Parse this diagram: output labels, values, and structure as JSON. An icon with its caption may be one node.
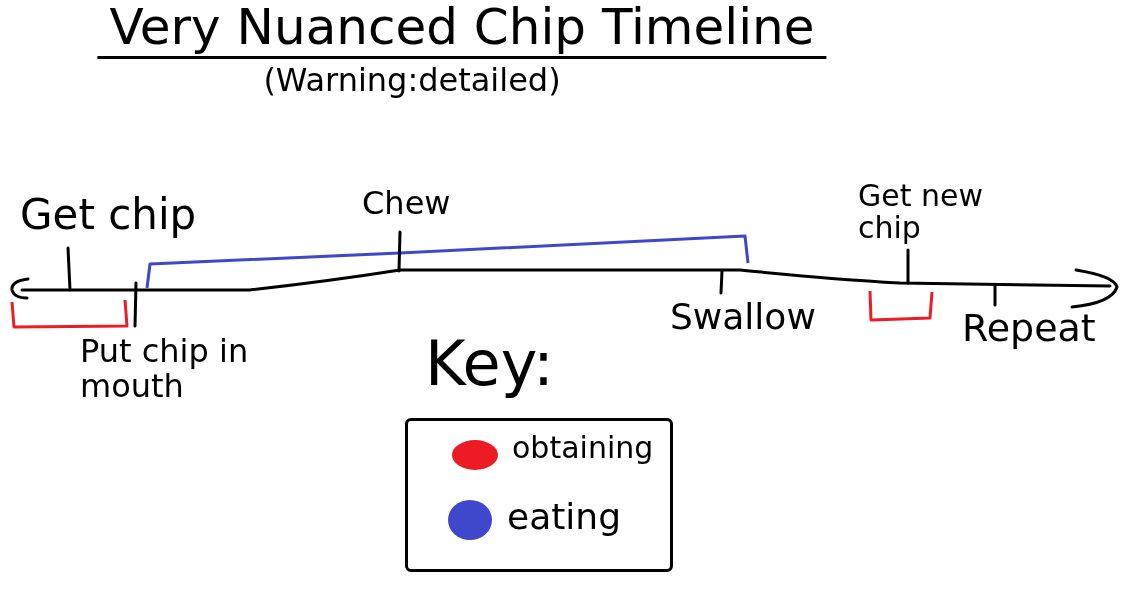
{
  "diagram": {
    "title": "Very Nuanced Chip Timeline",
    "labels": [
      "(Warning:detailed)",
      "Get chip",
      "Put chip in mouth",
      "Chew",
      "Swallow",
      "Get new chip",
      "Repeat",
      "Key:"
    ],
    "legend": [
      {
        "text": "obtaining",
        "color": "#ed1c24"
      },
      {
        "text": "eating",
        "color": "#3f48cc"
      }
    ]
  }
}
